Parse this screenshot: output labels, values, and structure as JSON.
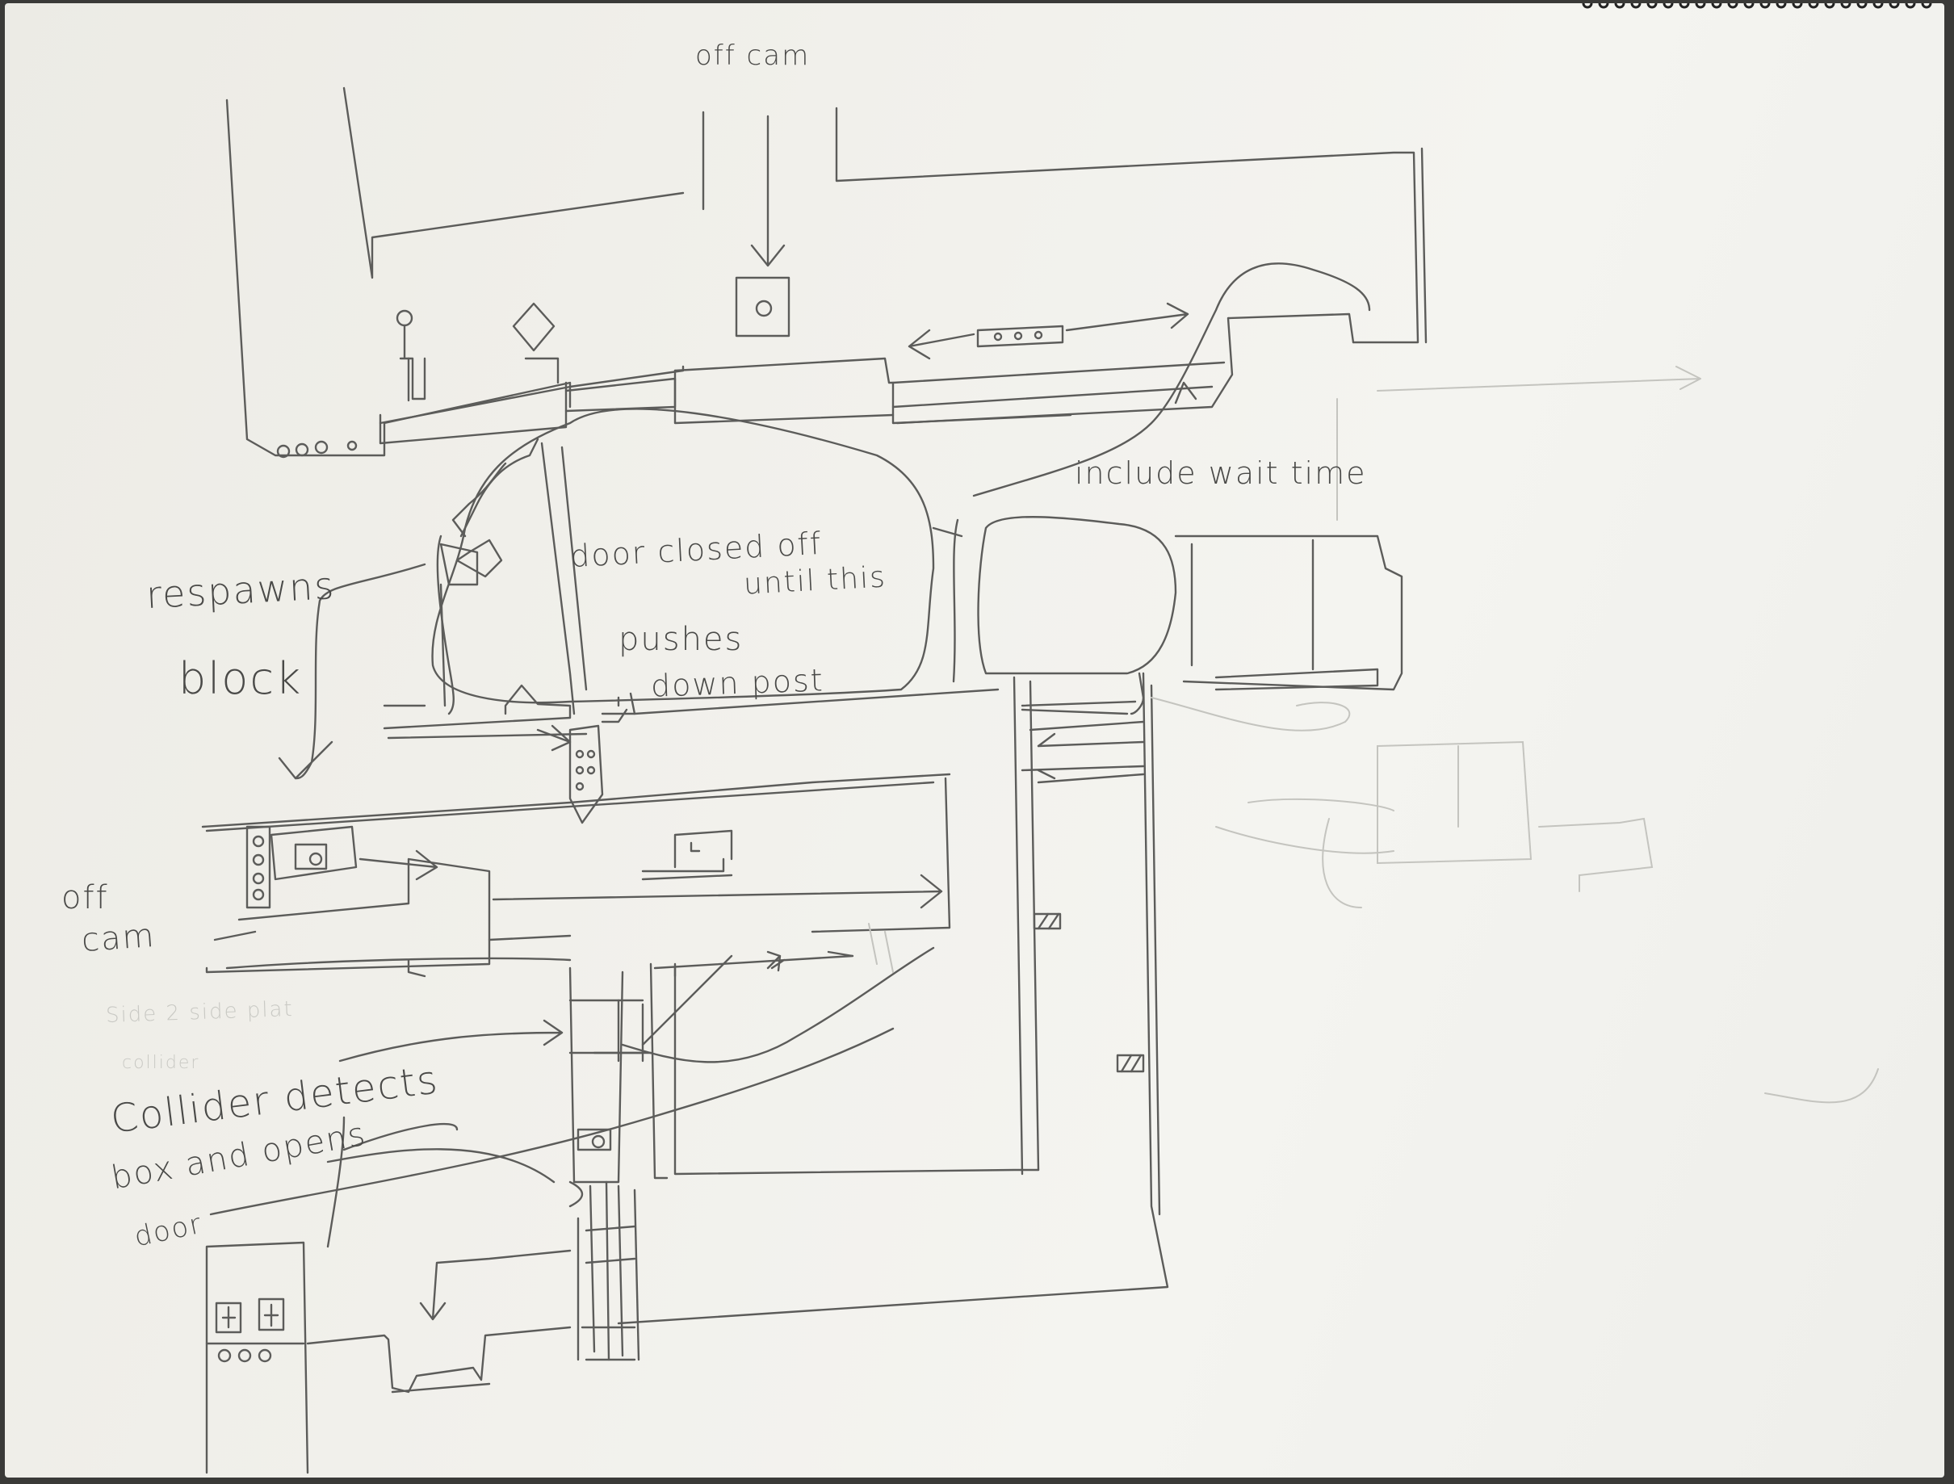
{
  "annotations": {
    "off_cam_top": "off cam",
    "include_wait_time": "include wait time",
    "door_closed_off": "door closed off",
    "until_this": "until this",
    "respawns": "respawns",
    "block": "block",
    "pushes": "pushes",
    "down_post": "down post",
    "off_cam_left_1": "off",
    "off_cam_left_2": "cam",
    "side_note_faint": "Side 2 side plat",
    "side_note_faint_2": "collider",
    "collider_1": "Collider detects",
    "collider_2": "box and opens",
    "collider_3": "door"
  },
  "colors": {
    "paper": "#f1f0eb",
    "pencil": "#5a5a58",
    "pencil_faint": "#b8b8b3",
    "background": "#3a3a38"
  }
}
